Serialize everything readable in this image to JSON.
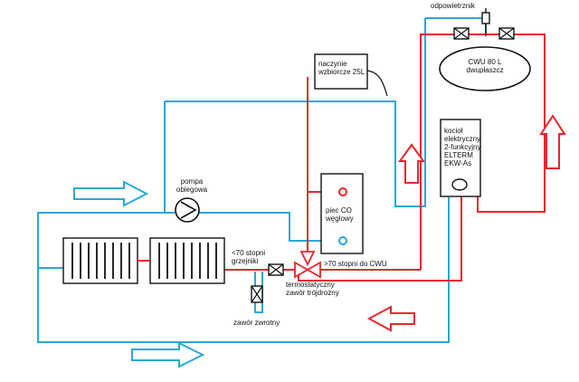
{
  "labels": {
    "vent": "odpowietrznik",
    "cwu": [
      "CWU 80 L",
      "dwupłaszcz"
    ],
    "expansion": [
      "naczynie",
      "wzbiorcze 25L"
    ],
    "boiler": [
      "kocioł",
      "elektryczny",
      "2-funkcyjny",
      "ELTERM",
      "EKW-As"
    ],
    "pump": [
      "pompa",
      "obiegowa"
    ],
    "stove": [
      "piec CO",
      "węglowy"
    ],
    "radiators": [
      "<70 stopni",
      "grzejniki"
    ],
    "to_cwu": ">70 stopni do CWU",
    "valve": [
      "termostatyczny",
      "zawór trójdrożny"
    ],
    "check_valve": "zawór zwrotny"
  },
  "colors": {
    "hot": "#e8262c",
    "cold": "#2aa7d6",
    "outline": "#111111"
  },
  "icons": [
    "pump-icon",
    "three-way-valve-icon",
    "check-valve-icon",
    "shutoff-valve-icon",
    "vent-icon",
    "flow-arrow-icon",
    "radiator-icon"
  ]
}
